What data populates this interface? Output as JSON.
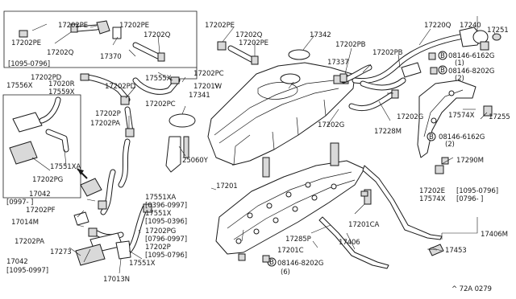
{
  "callouts": {
    "c01": "17202PE",
    "c02": "17202PE",
    "c03": "17202Q",
    "c04": "17202PE",
    "c05": "17202Q",
    "c06": "17370",
    "c07": "[1095-0796]",
    "c08": "17202PE",
    "c09": "17202Q",
    "c10": "17202PE",
    "c11": "17342",
    "c12": "17220Q",
    "c13": "17240",
    "c14": "17251",
    "c15": "17202PD",
    "c16": "17556X",
    "c17": "17020R",
    "c18": "17559X",
    "c19": "17555X",
    "c20": "17202PC",
    "c21": "17201W",
    "c22": "17202PD",
    "c23": "17202PC",
    "c24": "17341",
    "c25": "17202PB",
    "c26": "17337",
    "c27": "17202PB",
    "c28": "08146-6162G",
    "c29": "(1)",
    "c30": "08146-8202G",
    "c31": "(2)",
    "c32": "17202G",
    "c33": "17228M",
    "c34": "17202G",
    "c35": "17574X",
    "c36": "17255",
    "c37": "08146-6162G",
    "c38": "(2)",
    "c39": "17290M",
    "c40": "17202P",
    "c41": "17202PA",
    "c42": "25060Y",
    "c43": "17201",
    "c44": "17551XA",
    "c45": "17202PG",
    "c46": "17042",
    "c47": "[0997-      ]",
    "c48": "17551XA",
    "c49": "[0396-0997]",
    "c50": "17551X",
    "c51": "[1095-0396]",
    "c52": "17202PF",
    "c53": "17014M",
    "c54": "17202PG",
    "c55": "[0796-0997]",
    "c56": "17202P",
    "c57": "[1095-0796]",
    "c58": "17202PA",
    "c59": "17273",
    "c60": "17042",
    "c61": "[1095-0997]",
    "c62": "17013N",
    "c63": "17551X",
    "c64": "17202E",
    "c65": "[1095-0796]",
    "c66": "17574X",
    "c67": "[0796-      ]",
    "c68": "17201CA",
    "c69": "17285P",
    "c70": "17201C",
    "c71": "17406",
    "c72": "17406M",
    "c73": "17453",
    "c74": "08146-8202G",
    "c75": "(6)",
    "c76": "^ 72A 0279"
  },
  "bolt_marker_letter": "B"
}
